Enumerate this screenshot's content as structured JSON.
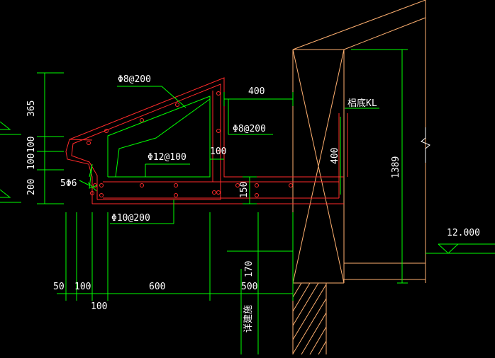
{
  "colors": {
    "background": "#000000",
    "outline": "#ff2a2a",
    "rebar": "#ff2a2a",
    "dimension": "#00ff00",
    "text": "#ffffff",
    "beam": "#ffb070",
    "wall_hatch": "#ffb070"
  },
  "labels": {
    "rebar_top": "Φ8@200",
    "rebar_vertical": "Φ8@200",
    "rebar_middle": "Φ12@100",
    "rebar_corner": "5Φ6",
    "rebar_bottom": "Φ10@200",
    "beam_label": "梠底KL",
    "detail_ref": "详建施",
    "elevation": "12.000"
  },
  "dimensions": {
    "left_365": "365",
    "left_100a": "100",
    "left_100b": "100",
    "left_200": "200",
    "top_400": "400",
    "web_100": "100",
    "slab_150": "150",
    "beam_400": "400",
    "right_1389": "1389",
    "bottom_50": "50",
    "bottom_100": "100",
    "bottom_600": "600",
    "bottom_500": "500",
    "below_100": "100",
    "height_170": "170"
  }
}
